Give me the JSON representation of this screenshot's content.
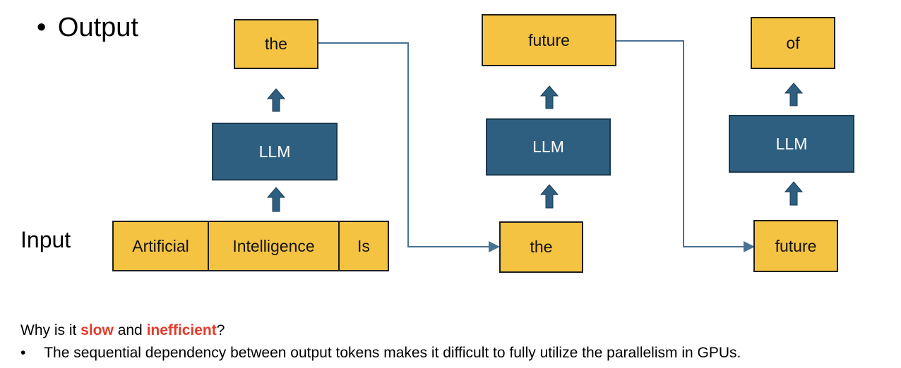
{
  "labels": {
    "output": "Output",
    "input": "Input",
    "bullet": "•"
  },
  "diagram": {
    "step1": {
      "output_token": "the",
      "model": "LLM",
      "inputs": [
        "Artificial",
        "Intelligence",
        "Is"
      ]
    },
    "step2": {
      "output_token": "future",
      "model": "LLM",
      "input": "the"
    },
    "step3": {
      "output_token": "of",
      "model": "LLM",
      "input": "future"
    }
  },
  "question": {
    "prefix": "Why is it ",
    "word1": "slow",
    "middle": " and ",
    "word2": "inefficient",
    "suffix": "?"
  },
  "bullet_text": "The sequential dependency between output tokens makes it difficult to fully utilize the parallelism in GPUs.",
  "colors": {
    "token_fill": "#f5c342",
    "llm_fill": "#2e5f80",
    "arrow": "#2e5f80",
    "connector": "#4a7294",
    "highlight": "#e03c2a"
  }
}
